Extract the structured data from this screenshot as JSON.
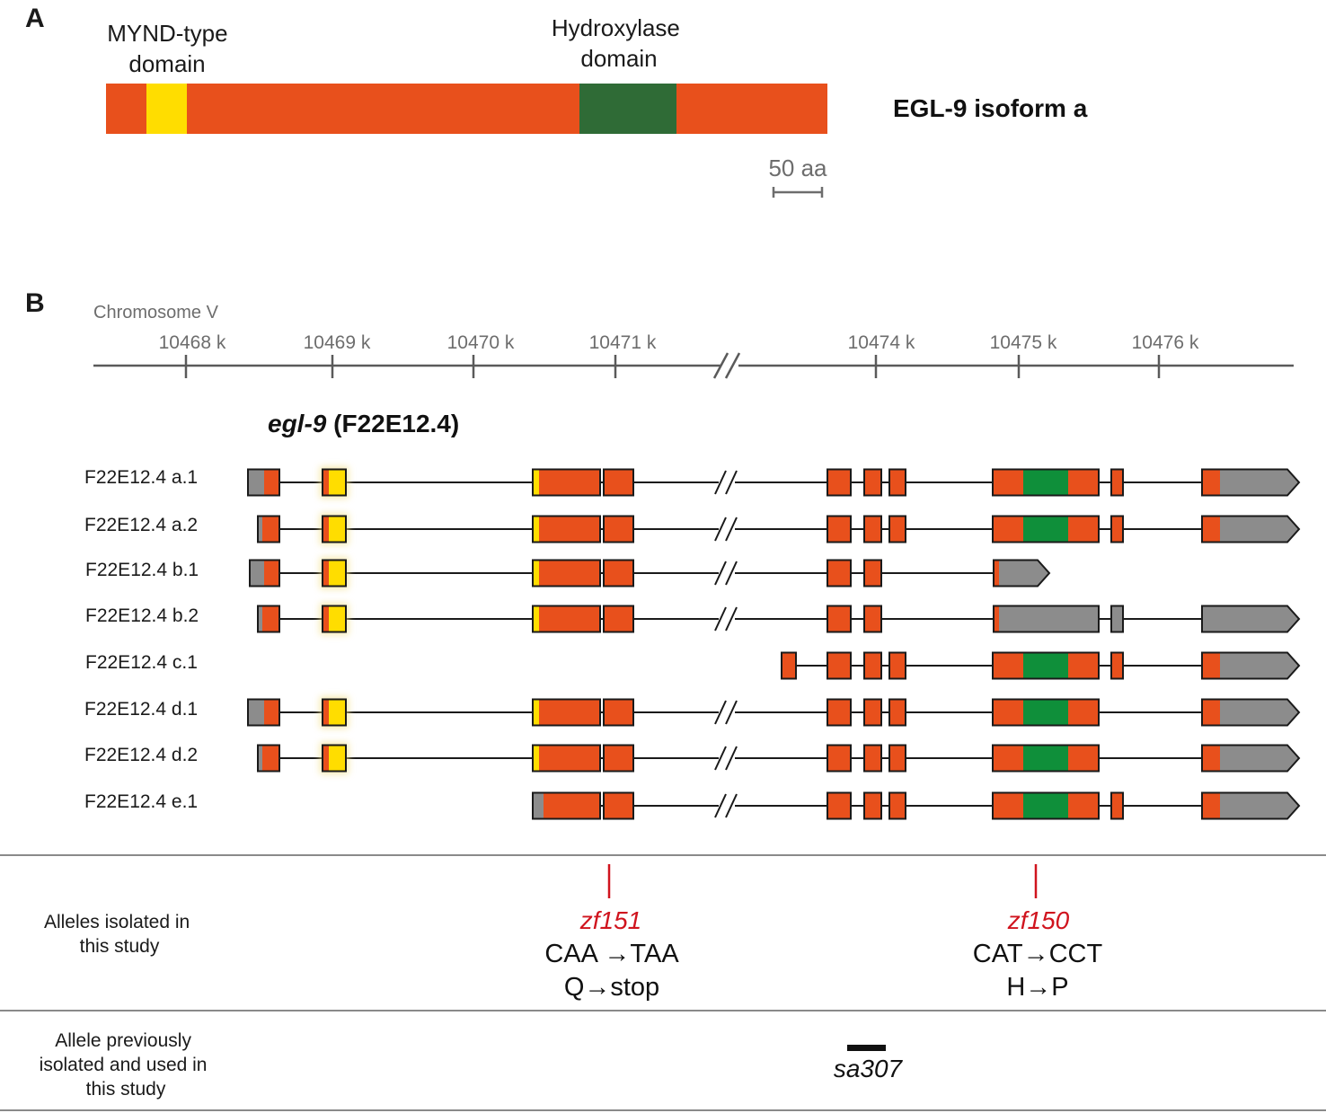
{
  "panel_a": {
    "letter": "A",
    "mynd_label": [
      "MYND-type",
      "domain"
    ],
    "hydroxylase_label": [
      "Hydroxylase",
      "domain"
    ],
    "protein_name": "EGL-9 isoform a",
    "scale_label": "50 aa"
  },
  "panel_b": {
    "letter": "B",
    "chromosome_label": "Chromosome V",
    "ticks": [
      "10468 k",
      "10469 k",
      "10470 k",
      "10471 k",
      "10474 k",
      "10475 k",
      "10476 k"
    ],
    "gene_italic": "egl-9",
    "gene_id": " (F22E12.4)",
    "transcripts": [
      "F22E12.4 a.1",
      "F22E12.4 a.2",
      "F22E12.4 b.1",
      "F22E12.4 b.2",
      "F22E12.4 c.1",
      "F22E12.4 d.1",
      "F22E12.4 d.2",
      "F22E12.4 e.1"
    ]
  },
  "alleles_this_study": {
    "label": [
      "Alleles isolated in",
      "this study"
    ],
    "items": [
      {
        "name": "zf151",
        "codon": "CAA →TAA",
        "aa": "Q→stop"
      },
      {
        "name": "zf150",
        "codon": "CAT→CCT",
        "aa": "H→P"
      }
    ]
  },
  "allele_previous": {
    "label": [
      "Allele previously",
      "isolated and used in",
      "this study"
    ],
    "name": "sa307"
  },
  "colors": {
    "coding": "#e8501c",
    "mynd": "#ffdd00",
    "hydroxylase_protein": "#2f6b36",
    "hydroxylase_exon": "#0f8f3a",
    "utr": "#8c8c8c",
    "allele": "#d0141e",
    "axis": "#5a5a5a"
  }
}
